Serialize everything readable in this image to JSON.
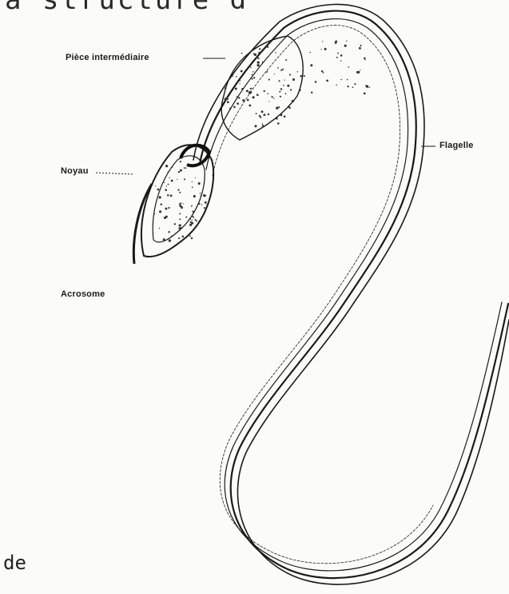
{
  "header": {
    "text": "a structure d"
  },
  "footer": {
    "text": "de"
  },
  "labels": {
    "piece_intermediaire": "Pièce intermédiaire",
    "noyau": "Noyau",
    "flagelle": "Flagelle",
    "acrosome": "Acrosome"
  },
  "colors": {
    "ink": "#1a1a1a",
    "paper": "#fbfbfa",
    "stipple": "#333333"
  }
}
